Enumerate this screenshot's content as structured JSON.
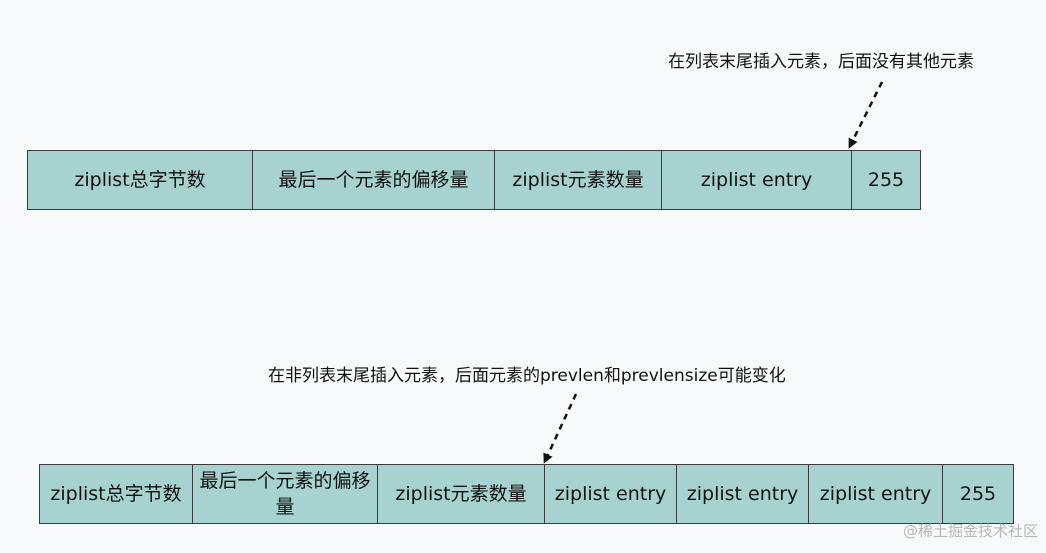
{
  "diagram1": {
    "caption": "在列表末尾插入元素，后面没有其他元素",
    "cells": [
      "ziplist总字节数",
      "最后一个元素的偏移量",
      "ziplist元素数量",
      "ziplist entry",
      "255"
    ]
  },
  "diagram2": {
    "caption": "在非列表末尾插入元素，后面元素的prevlen和prevlensize可能变化",
    "cells": [
      "ziplist总字节数",
      "最后一个元素的偏移量",
      "ziplist元素数量",
      "ziplist entry",
      "ziplist entry",
      "ziplist entry",
      "255"
    ]
  },
  "watermark": "@稀土掘金技术社区",
  "colors": {
    "cell_fill": "#a6d3d0",
    "cell_border": "#3a3a3a",
    "background": "#f8f9fa"
  }
}
